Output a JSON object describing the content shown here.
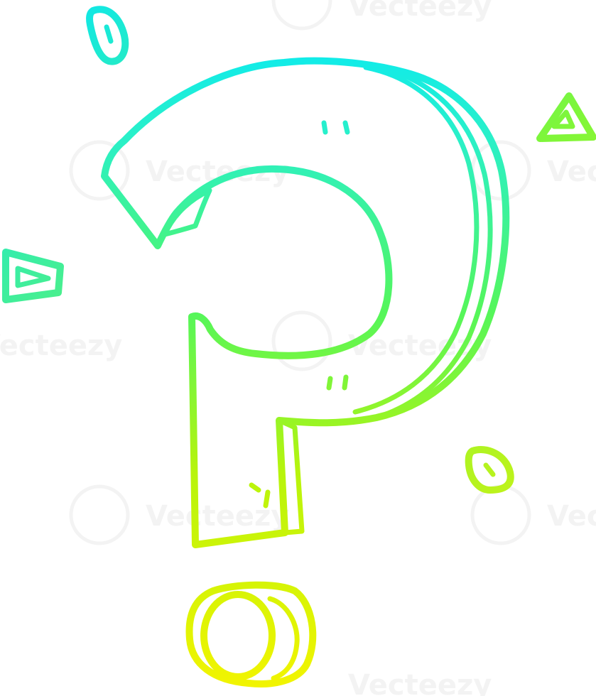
{
  "illustration": {
    "subject": "cartoon question mark",
    "style": "line art with gradient stroke",
    "gradient": {
      "top_color": "#00e8ff",
      "middle_color": "#4cff8a",
      "bottom_color": "#f4f400"
    },
    "background_color": "#ffffff"
  },
  "watermark": {
    "text": "Vecteezy",
    "color": "#e9e9e9"
  }
}
